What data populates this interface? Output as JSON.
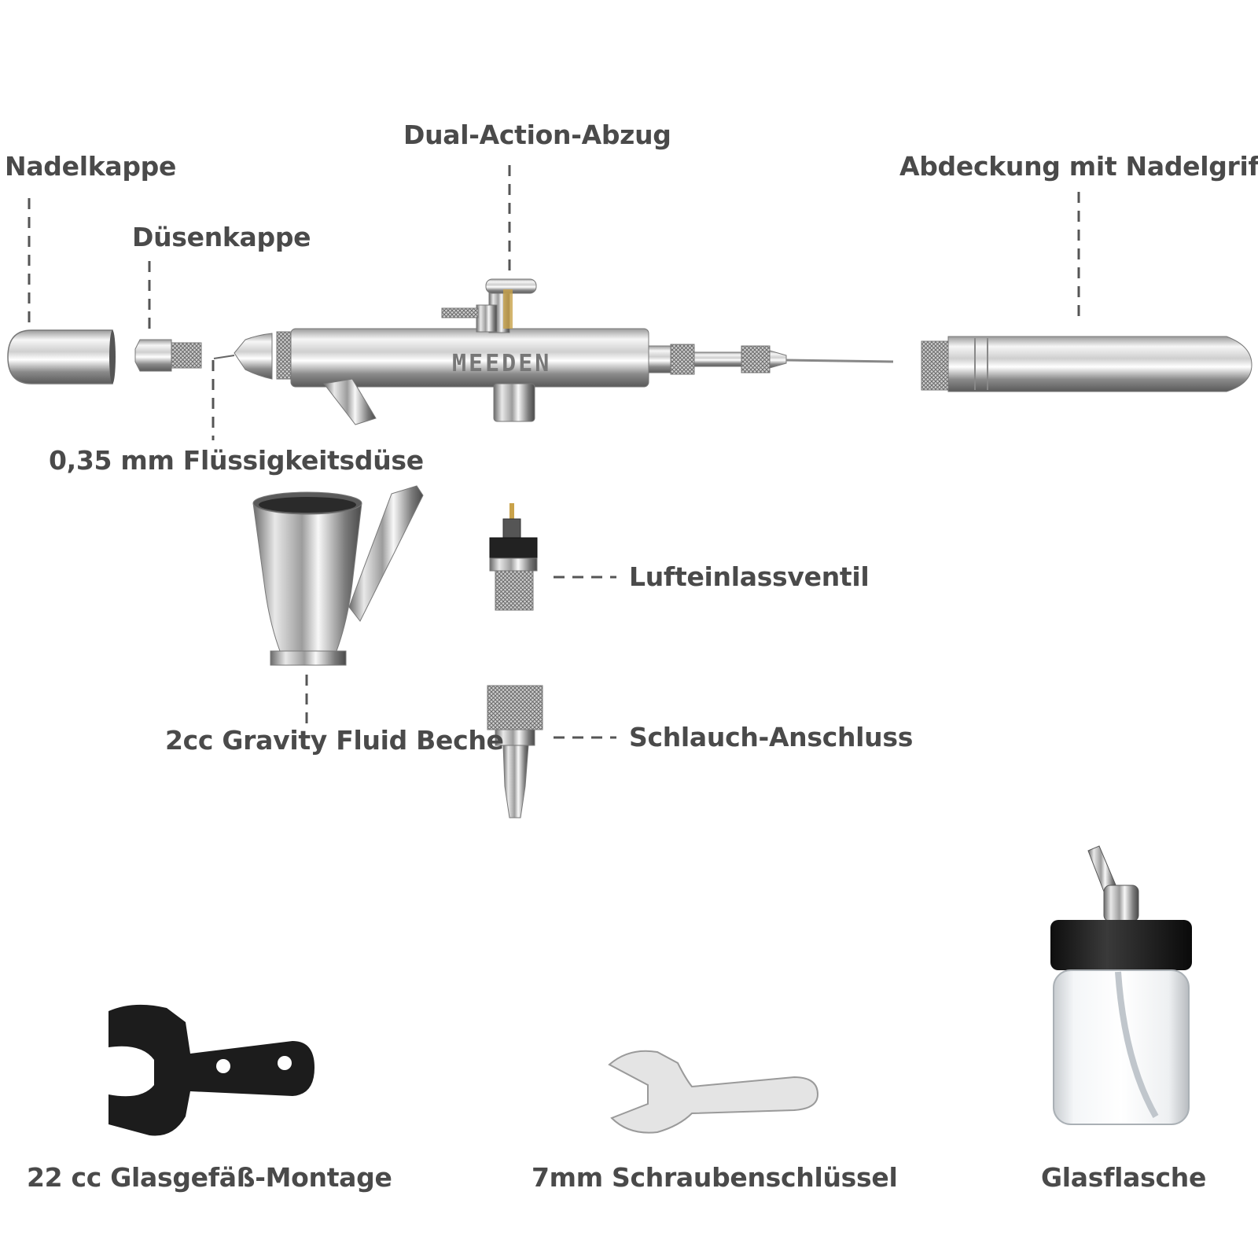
{
  "labels": {
    "nadelkappe": "Nadelkappe",
    "duesenkappe": "Düsenkappe",
    "abzug": "Dual-Action-Abzug",
    "abdeckung": "Abdeckung mit Nadelgriff",
    "duese": "0,35 mm Flüssigkeitsdüse",
    "lufteinlass": "Lufteinlassventil",
    "becher": "2cc Gravity Fluid Beche",
    "schlauch": "Schlauch-Anschluss",
    "montage": "22 cc Glasgefäß-Montage",
    "schluessel": "7mm Schraubenschlüssel",
    "flasche": "Glasflasche"
  },
  "brand": "MEEDEN",
  "colors": {
    "label": "#4a4a4a",
    "leader": "#555555",
    "chrome_light": "#f4f4f4",
    "chrome_dark": "#6e6e6e",
    "black_part": "#1b1b1b"
  }
}
